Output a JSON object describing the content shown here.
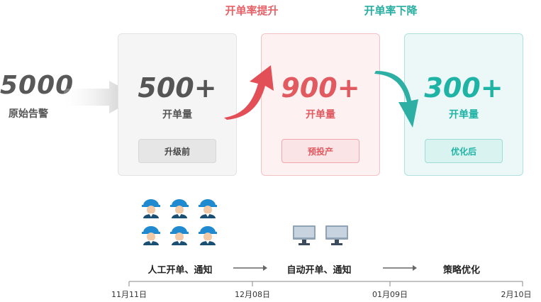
{
  "headers": {
    "rise": "开单率提升",
    "fall": "开单率下降"
  },
  "source": {
    "value": "5000",
    "label": "原始告警"
  },
  "cards": [
    {
      "value": "500+",
      "unit": "开单量",
      "tag": "升级前",
      "color": "#555555"
    },
    {
      "value": "900+",
      "unit": "开单量",
      "tag": "预投产",
      "color": "#e05a60"
    },
    {
      "value": "300+",
      "unit": "开单量",
      "tag": "优化后",
      "color": "#1fb3a5"
    }
  ],
  "timeline": {
    "stages": [
      "人工开单、通知",
      "自动开单、通知",
      "策略优化"
    ],
    "dates": [
      "11月11日",
      "12月08日",
      "01月09日",
      "2月10日"
    ]
  },
  "icons": {
    "worker": "worker-helmet-icon",
    "monitor": "monitor-icon"
  }
}
